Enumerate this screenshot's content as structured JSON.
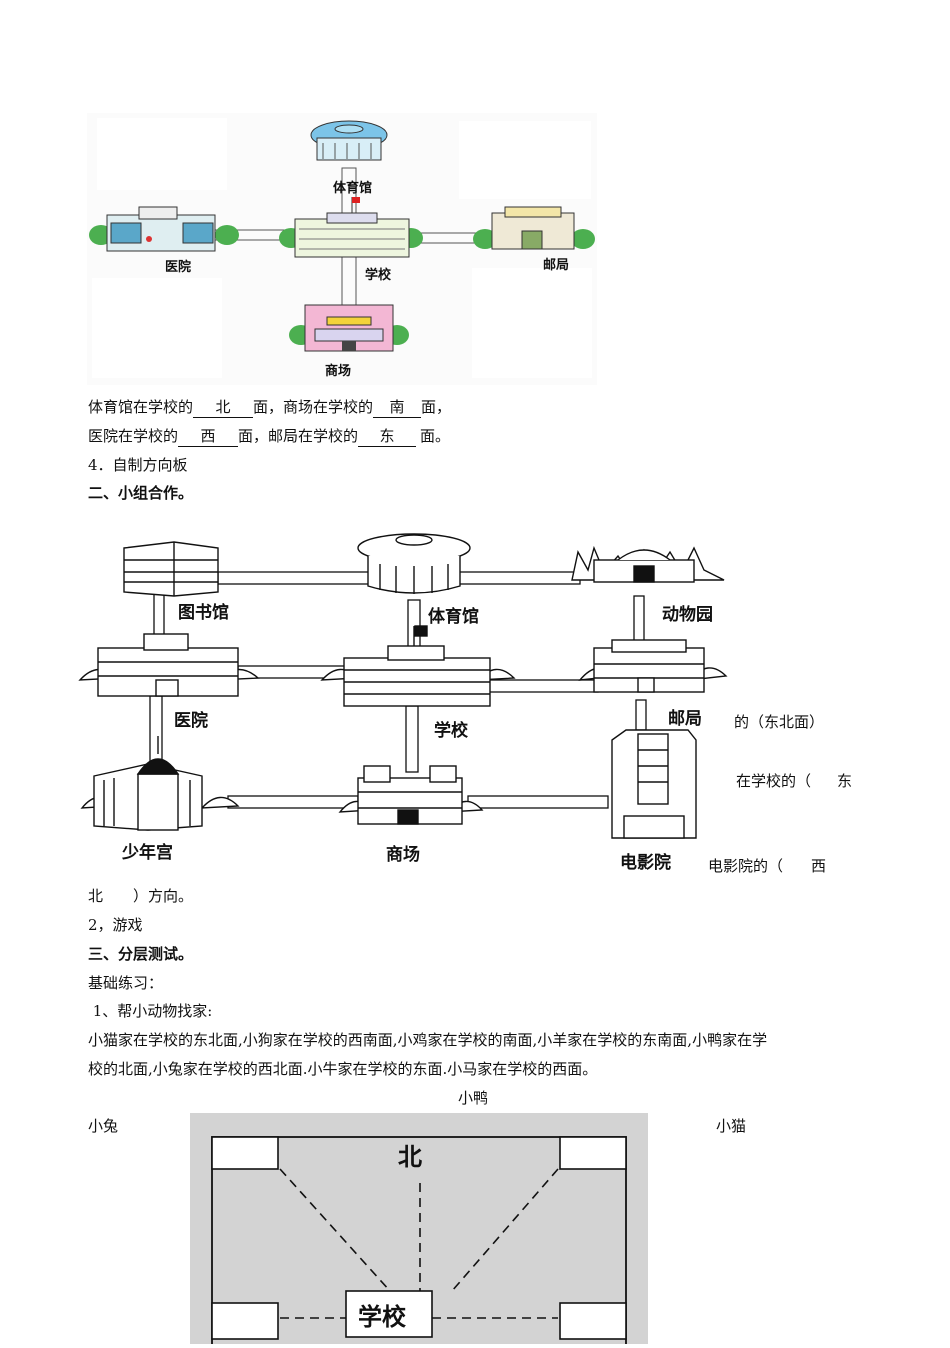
{
  "map1": {
    "labels": {
      "gym": "体育馆",
      "hospital": "医院",
      "school": "学校",
      "post": "邮局",
      "mall": "商场"
    }
  },
  "q3": {
    "l1_a": "体育馆在学校的",
    "l1_ans1": "北",
    "l1_b": "面，商场在学校的",
    "l1_ans2": "南",
    "l1_c": "面，",
    "l2_a": "医院在学校的",
    "l2_ans1": "西",
    "l2_b": "面，邮局在学校的",
    "l2_ans2": "东",
    "l2_c": "面。"
  },
  "item4": "4．自制方向板",
  "section2": "二、小组合作。",
  "map2": {
    "labels": {
      "library": "图书馆",
      "gym": "体育馆",
      "zoo": "动物园",
      "hospital": "医院",
      "school": "学校",
      "post": "邮局",
      "youth": "少年宫",
      "mall": "商场",
      "cinema": "电影院"
    }
  },
  "behind": {
    "ne": "的（东北面）",
    "school_dir": "在学校的（",
    "east": "东",
    "cinema_dir": "电影院的（",
    "west": "西",
    "north": "北",
    "direction_end": "）方向。"
  },
  "item2_game": "2，游戏",
  "section3": "三、分层测试。",
  "basic": "基础练习：",
  "q1_title": " 1、帮小动物找家:",
  "para_l1": "小猫家在学校的东北面,小狗家在学校的西南面,小鸡家在学校的南面,小羊家在学校的东南面,小鸭家在学",
  "para_l2": "校的北面,小兔家在学校的西北面.小牛家在学校的东面.小马家在学校的西面。",
  "animals": {
    "duck": "小鸭",
    "rabbit": "小兔",
    "cat": "小猫"
  },
  "compass": {
    "north": "北",
    "school": "学校"
  }
}
